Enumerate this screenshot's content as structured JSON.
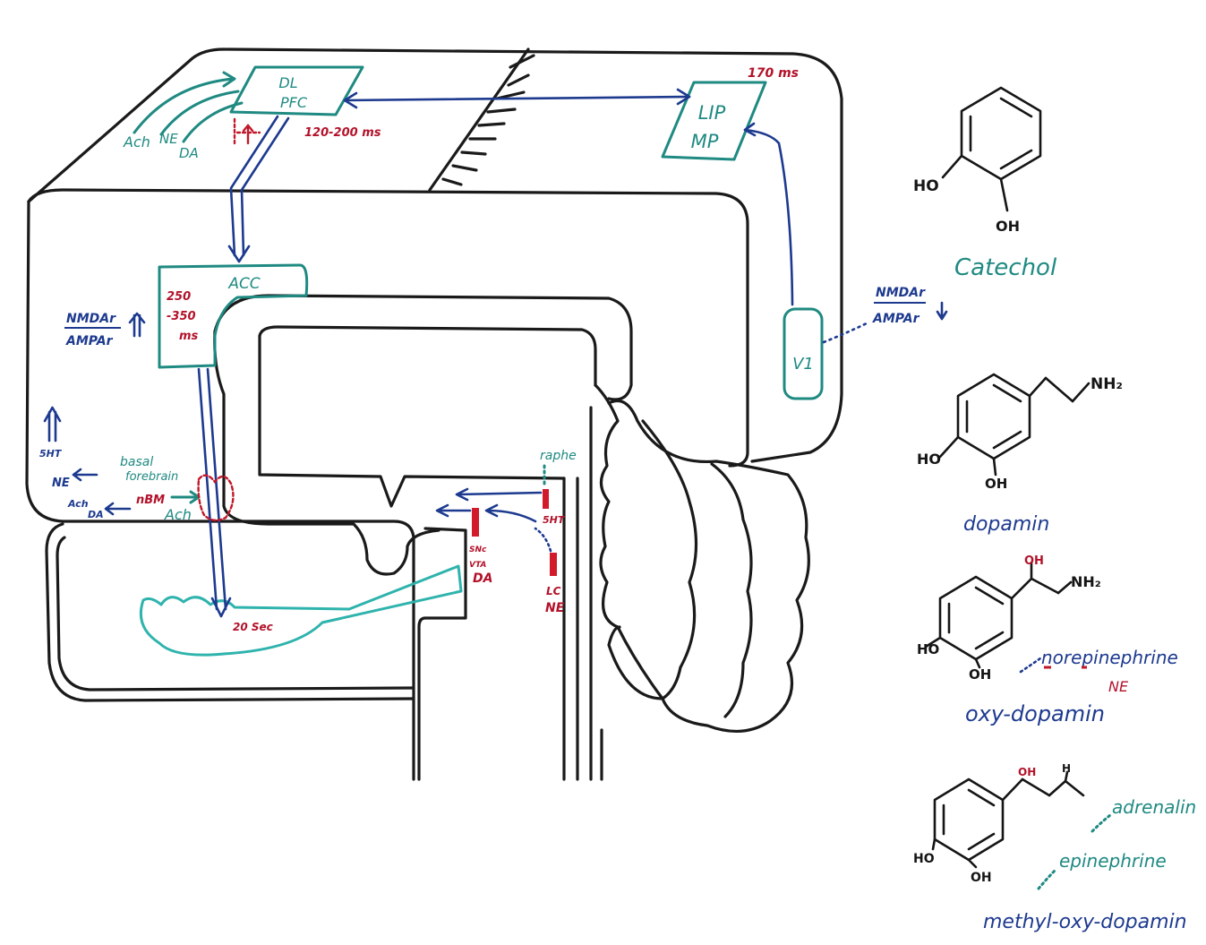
{
  "brain_labels": {
    "dlpfc_line1": "DL",
    "dlpfc_line2": "PFC",
    "dlpfc_latency": "120-200 ms",
    "lip_line1": "LIP",
    "lip_line2": "MP",
    "lip_latency": "170 ms",
    "v1": "V1",
    "acc": "ACC",
    "acc_latency_1": "250",
    "acc_latency_2": "-350",
    "acc_latency_3": "ms",
    "input_ach": "Ach",
    "input_ne": "NE",
    "input_da": "DA",
    "nmda_left": "NMDAr",
    "ampa_left": "AMPAr",
    "nmda_right": "NMDAr",
    "ampa_right": "AMPAr",
    "up_arrow": "⇑",
    "down_arrow": "⇓",
    "left_5ht": "5HT",
    "left_ne": "NE",
    "left_ach": "Ach",
    "left_da": "DA",
    "basal_1": "basal",
    "basal_2": "forebrain",
    "nbm": "nBM",
    "ach_nbm": "Ach",
    "striatum_time": "20 Sec",
    "snc": "SNc",
    "vta": "VTA",
    "da_vta": "DA",
    "raphe": "raphe",
    "raphe_5ht": "5HT",
    "lc": "LC",
    "lc_ne": "NE"
  },
  "molecules": {
    "catechol": {
      "name": "Catechol",
      "ho": "HO",
      "oh": "OH"
    },
    "dopamine": {
      "name": "dopamin",
      "ho": "HO",
      "oh": "OH",
      "nh2": "NH₂"
    },
    "norepinephrine": {
      "alt_name": "norepinephrine",
      "abbr": "NE",
      "name": "oxy-dopamin",
      "ho": "HO",
      "oh": "OH",
      "oh_top": "OH",
      "nh2": "NH₂"
    },
    "epinephrine": {
      "alt_name_1": "adrenalin",
      "alt_name_2": "epinephrine",
      "name": "methyl-oxy-dopamin",
      "ho": "HO",
      "oh": "OH",
      "oh_top": "OH",
      "h": "H"
    }
  },
  "colors": {
    "teal": "#1f8a82",
    "light_teal": "#2fb3ad",
    "blue": "#1d3a8f",
    "red": "#c0192a",
    "black": "#1a1a1a"
  }
}
